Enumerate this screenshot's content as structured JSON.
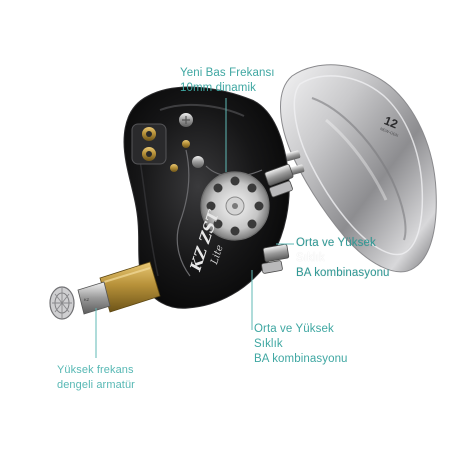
{
  "labels": {
    "bass_driver": {
      "line1": "Yeni Bas Frekansı",
      "line2": "10mm dinamik"
    },
    "mid_high_ba_1": {
      "line1": "Orta ve Yüksek",
      "line2": "Sıklık",
      "line3": "BA kombinasyonu"
    },
    "mid_high_ba_2": {
      "line1": "Orta ve Yüksek",
      "line2": "Sıklık",
      "line3": "BA kombinasyonu"
    },
    "high_freq_armature": {
      "line1": "Yüksek frekans",
      "line2": "dengeli armatür"
    }
  },
  "product": {
    "shell_text": "KZ ZST",
    "shell_subtext": "Lite",
    "faceplate_badge": "12",
    "faceplate_badge_sub": "NEW-GEN"
  },
  "colors": {
    "callout_text": "#3fa7a2",
    "leader_line": "#5fb9b5",
    "shell_body": "#141414",
    "faceplate_metal": "#b9b9bb",
    "nozzle_gold": "#b8923a"
  }
}
